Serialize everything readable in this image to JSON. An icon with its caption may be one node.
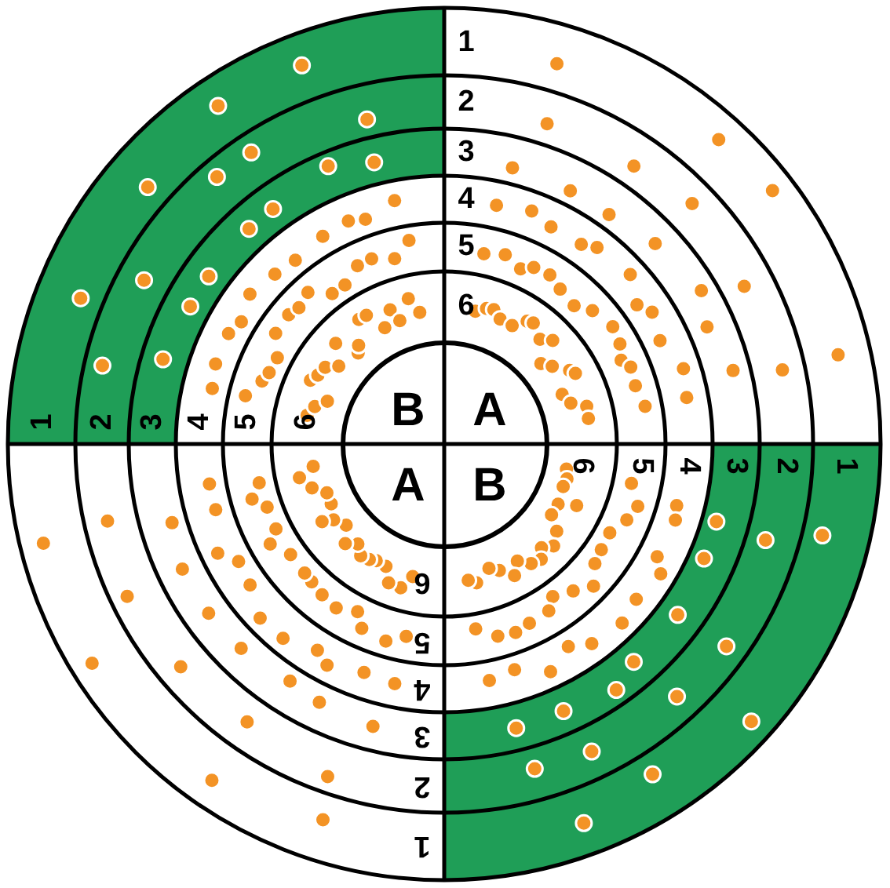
{
  "diagram": {
    "nodes": [
      {
        "text": [
          "B",
          "A",
          "A",
          "B"
        ]
      }
    ],
    "labels": [
      "1",
      "2",
      "3",
      "4",
      "5",
      "6",
      "1",
      "2",
      "3",
      "4",
      "5",
      "6",
      "1",
      "2",
      "3",
      "4",
      "5",
      "6",
      "1",
      "2",
      "3",
      "4",
      "5",
      "6"
    ]
  }
}
